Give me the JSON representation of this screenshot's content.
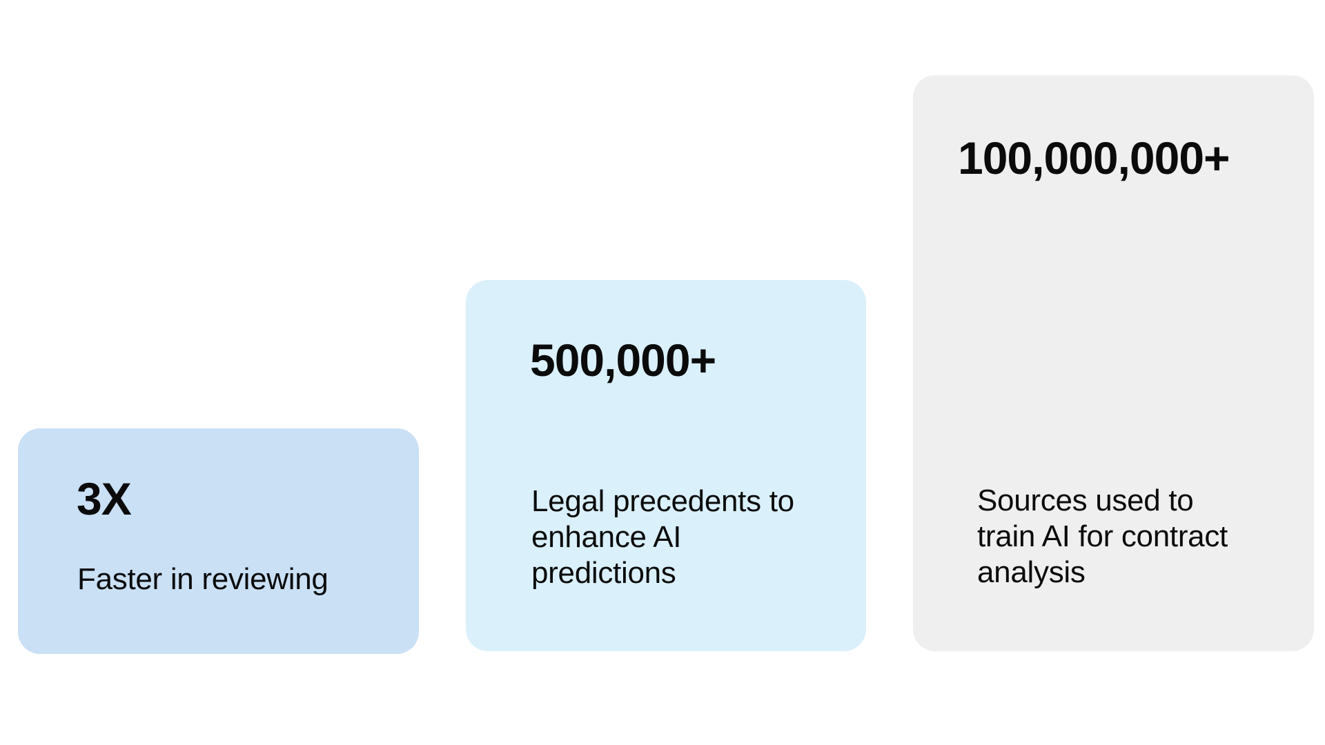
{
  "stats": [
    {
      "value": "3X",
      "description": "Faster in reviewing",
      "background": "#cae0f5"
    },
    {
      "value": "500,000+",
      "description": "Legal precedents to enhance AI predictions",
      "background": "#daf0fb"
    },
    {
      "value": "100,000,000+",
      "description": "Sources used to train AI for contract analysis",
      "background": "#efefef"
    }
  ]
}
